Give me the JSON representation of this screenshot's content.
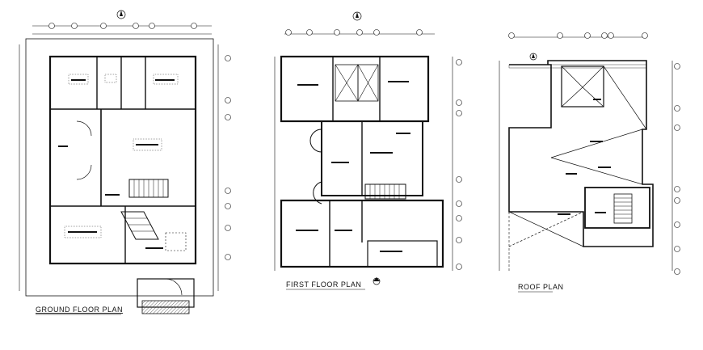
{
  "drawing": {
    "colors": {
      "ink": "#111111",
      "paper": "#ffffff",
      "hatch": "#444444"
    },
    "plans": [
      {
        "id": "ground",
        "title": "GROUND FLOOR PLAN"
      },
      {
        "id": "first",
        "title": "FIRST FLOOR PLAN"
      },
      {
        "id": "roof",
        "title": "ROOF PLAN"
      }
    ]
  }
}
